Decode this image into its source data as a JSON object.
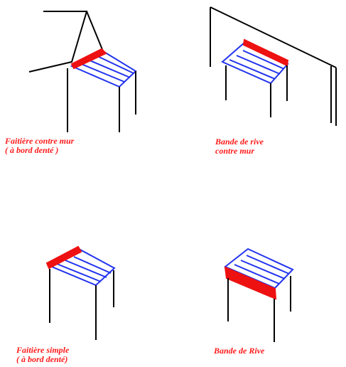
{
  "colors": {
    "structure": "#000000",
    "slats": "#2233ee",
    "highlight": "#ee1111",
    "caption": "#ff1a1a"
  },
  "diagrams": [
    {
      "id": "faitiere-contre-mur",
      "caption_lines": [
        "Faitière contre mur",
        "( à bord denté )"
      ],
      "highlighted_part": "ridge against wall"
    },
    {
      "id": "bande-de-rive-contre-mur",
      "caption_lines": [
        "Bande de rive",
        "contre mur"
      ],
      "highlighted_part": "rear edge strip against wall"
    },
    {
      "id": "faitiere-simple",
      "caption_lines": [
        "Faitière simple",
        "( à bord denté)"
      ],
      "highlighted_part": "ridge"
    },
    {
      "id": "bande-de-rive",
      "caption_lines": [
        "Bande de Rive"
      ],
      "highlighted_part": "front edge strip"
    }
  ]
}
